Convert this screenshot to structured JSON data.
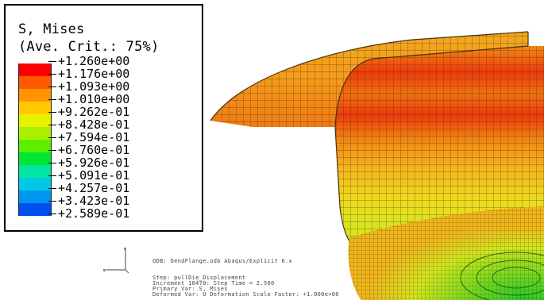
{
  "legend": {
    "title": "S, Mises",
    "subtitle": "(Ave. Crit.: 75%)",
    "levels": [
      {
        "label": "+1.260e+00",
        "color": "#ff0000"
      },
      {
        "label": "+1.176e+00",
        "color": "#ff5a00"
      },
      {
        "label": "+1.093e+00",
        "color": "#ff9400"
      },
      {
        "label": "+1.010e+00",
        "color": "#ffc800"
      },
      {
        "label": "+9.262e-01",
        "color": "#e6f000"
      },
      {
        "label": "+8.428e-01",
        "color": "#a8f000"
      },
      {
        "label": "+7.594e-01",
        "color": "#5cf000"
      },
      {
        "label": "+6.760e-01",
        "color": "#00e632"
      },
      {
        "label": "+5.926e-01",
        "color": "#00e6a0"
      },
      {
        "label": "+5.091e-01",
        "color": "#00c8e6"
      },
      {
        "label": "+4.257e-01",
        "color": "#0096f0"
      },
      {
        "label": "+3.423e-01",
        "color": "#0050f0"
      },
      {
        "label": "+2.589e-01",
        "color": ""
      }
    ]
  },
  "info": {
    "line1": "ODB: bendFlange.odb    Abaqus/Explicit 6.x",
    "line2": "Step: pullDie_Displacement",
    "line3": "Increment   10470: Step Time =    2.500",
    "line4": "Primary Var: S, Mises",
    "line5": "Deformed Var: U   Deformation Scale Factor: +1.000e+00"
  },
  "colors": {
    "red": "#e8200a",
    "orange": "#f28a12",
    "yellow_orange": "#f5b41e",
    "yellow": "#e8e61e",
    "green": "#5ad21e",
    "mesh": "#3a2a10"
  }
}
